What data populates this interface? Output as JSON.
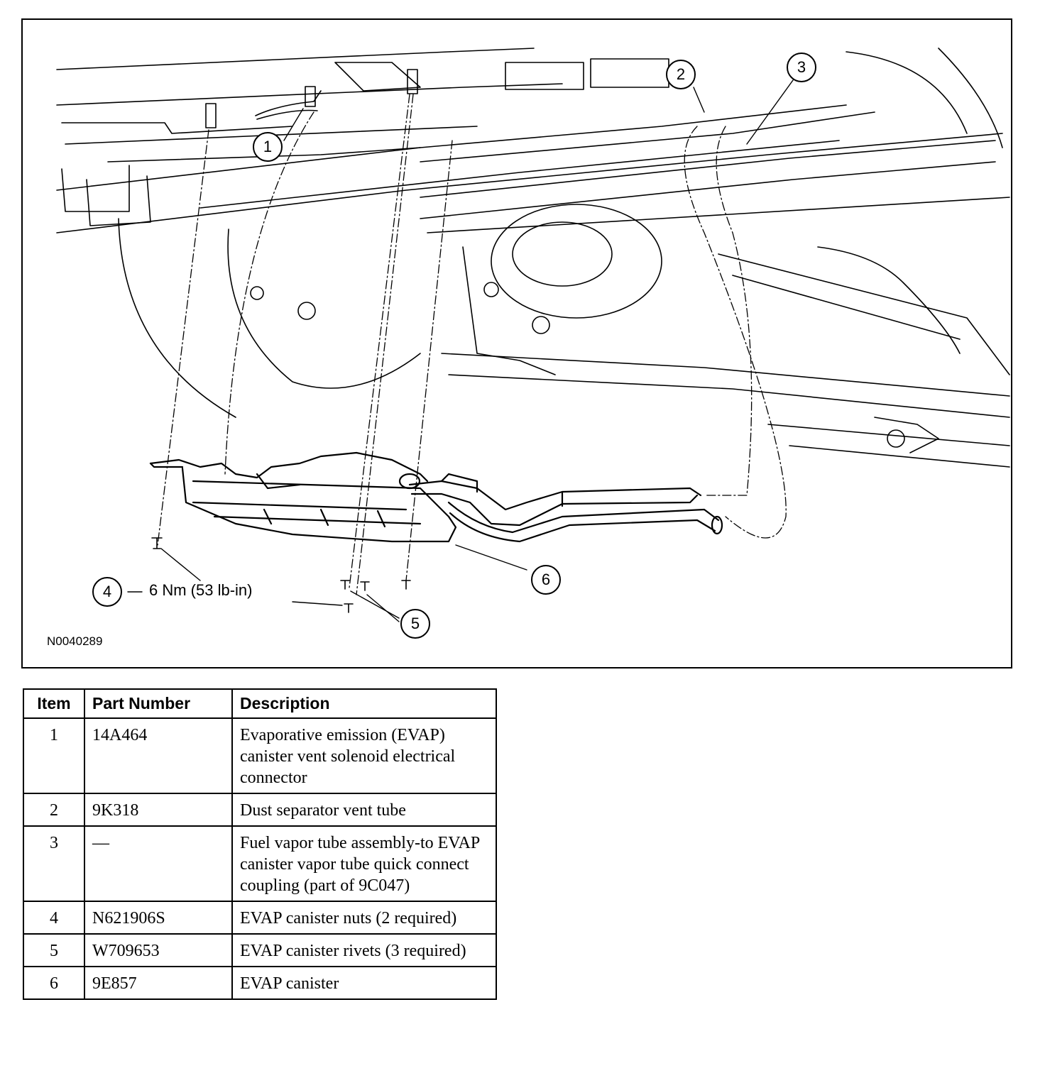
{
  "figure": {
    "id": "N0040289",
    "torque_label": "6 Nm (53 lb-in)",
    "callouts": [
      "1",
      "2",
      "3",
      "4",
      "5",
      "6"
    ]
  },
  "table": {
    "headers": [
      "Item",
      "Part Number",
      "Description"
    ],
    "rows": [
      {
        "item": "1",
        "part": "14A464",
        "desc": "Evaporative emission (EVAP) canister vent solenoid electrical connector"
      },
      {
        "item": "2",
        "part": "9K318",
        "desc": "Dust separator vent tube"
      },
      {
        "item": "3",
        "part": "—",
        "desc": "Fuel vapor tube assembly-to EVAP canister vapor tube quick connect coupling (part of 9C047)"
      },
      {
        "item": "4",
        "part": "N621906S",
        "desc": "EVAP canister nuts (2 required)"
      },
      {
        "item": "5",
        "part": "W709653",
        "desc": "EVAP canister rivets (3 required)"
      },
      {
        "item": "6",
        "part": "9E857",
        "desc": "EVAP canister"
      }
    ]
  }
}
